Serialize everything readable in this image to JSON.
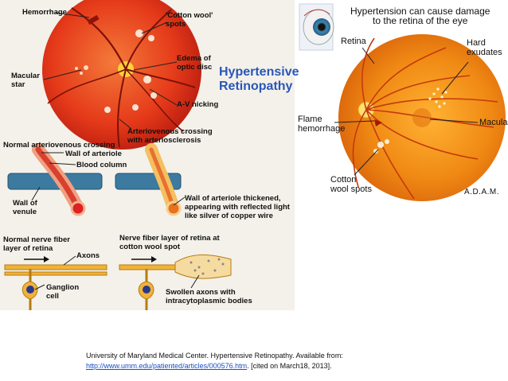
{
  "left": {
    "labels": {
      "hemorrhage": "Hemorrhage",
      "cotton_wool": "'Cotton wool'\nspots",
      "macular_star": "Macular\nstar",
      "edema": "Edema of\noptic disc",
      "av_nicking": "A-V nicking",
      "av_crossing_sclerosis": "Arteriovenous crossing\nwith arteriosclerosis",
      "normal_av_crossing": "Normal arteriovenous crossing",
      "wall_arteriole": "Wall of arteriole",
      "blood_column": "Blood column",
      "wall_venule": "Wall of\nvenule",
      "wall_thickened": "Wall of arteriole thickened,\nappearing with reflected light\nlike silver of copper wire",
      "normal_nerve": "Normal nerve fiber\nlayer of retina",
      "axons": "Axons",
      "ganglion": "Ganglion\ncell",
      "nerve_cotton": "Nerve fiber layer of retina at\ncotton wool spot",
      "swollen": "Swollen axons with\nintracytoplasmic bodies"
    },
    "title": "Hypertensive\nRetinopathy"
  },
  "right": {
    "title": "Hypertension can cause damage\nto the retina of the eye",
    "labels": {
      "retina": "Retina",
      "hard_exudates": "Hard\nexudates",
      "flame": "Flame\nhemorrhage",
      "macula": "Macula",
      "cotton": "Cotton\nwool spots"
    },
    "brand": "A.D.A.M."
  },
  "caption": {
    "text": "University of Maryland Medical Center. Hypertensive Retinopathy. Available from: ",
    "link": "http://www.umm.edu/patiented/articles/000576.htm",
    "tail": ". [cited on March18, 2013]."
  },
  "colors": {
    "retina_red": "#e8391d",
    "retina_orange": "#f29a1c",
    "vessel_blue": "#3d7aa0",
    "title_blue": "#2a56b8"
  }
}
